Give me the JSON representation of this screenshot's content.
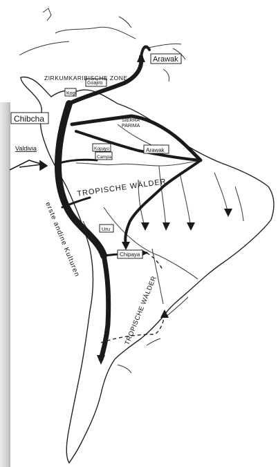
{
  "map": {
    "labels": {
      "arawak_north": "Arawak",
      "zirkumkaribische_zone": "ZIRKUMKARIBISCHE ZONE",
      "goajiro": "Goajiro",
      "kogi": "Kogi",
      "chibcha": "Chibcha",
      "sierra": "SIERRA",
      "parima": "PARIMA",
      "valdivia": "Valdivia",
      "kopayo": "Kopayo",
      "campa": "Campa",
      "arawak_south": "Arawak",
      "tropische_walder_north": "TROPISCHE WÄLDER",
      "uru": "Uru",
      "chipaya": "Chipaya",
      "erste_andine_kulturen": "erste andine Kulturen",
      "tropische_walder_south": "TROPISCHE WÄLDER"
    },
    "colors": {
      "ink": "#1a1a1a",
      "paper": "#ffffff",
      "shadow": "#cfcfcf"
    }
  }
}
